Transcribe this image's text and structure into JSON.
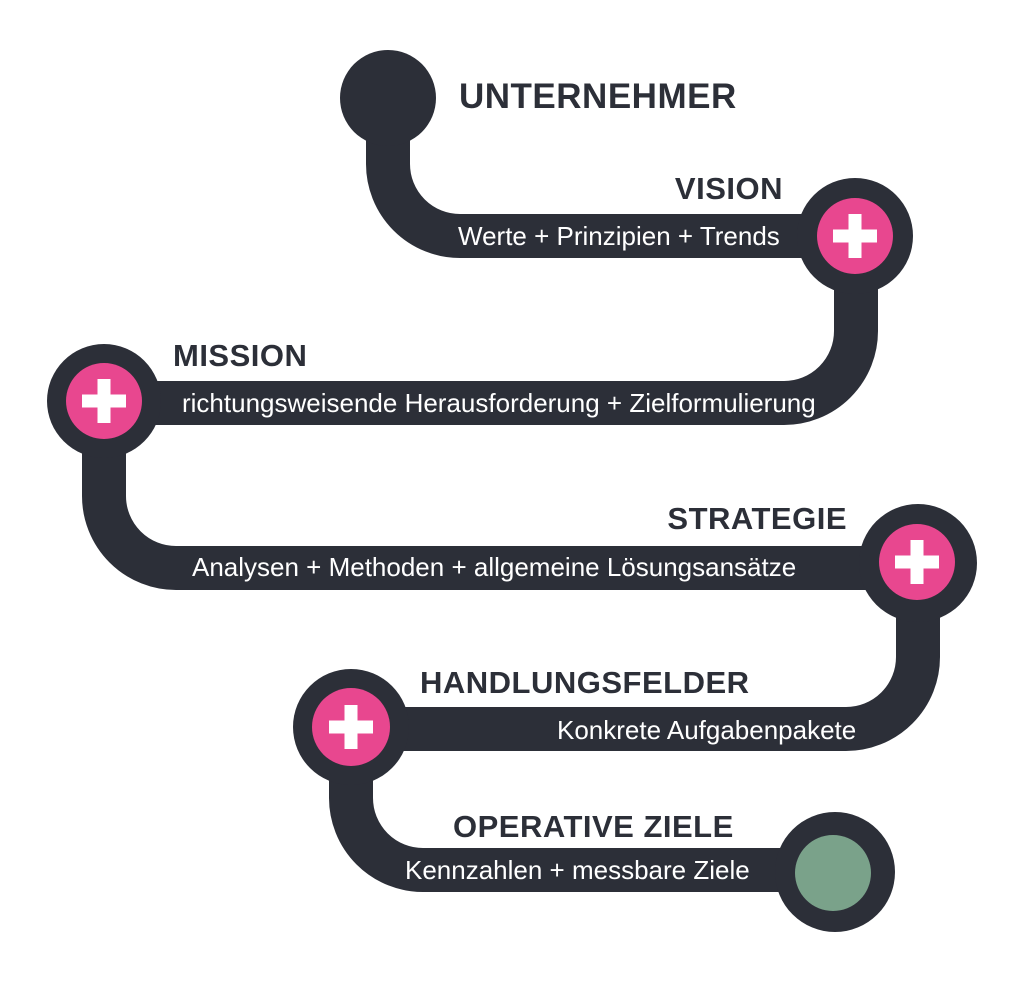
{
  "title": "UNTERNEHMER",
  "colors": {
    "path_dark": "#2c2f38",
    "accent_pink": "#e8478f",
    "end_green": "#7aa28a",
    "bar_text": "#ffffff",
    "background": "#ffffff"
  },
  "stages": [
    {
      "label": "VISION",
      "subtitle": "Werte + Prinzipien + Trends",
      "marker": "plus"
    },
    {
      "label": "MISSION",
      "subtitle": "richtungsweisende Herausforderung + Zielformulierung",
      "marker": "plus"
    },
    {
      "label": "STRATEGIE",
      "subtitle": "Analysen + Methoden + allgemeine Lösungsansätze",
      "marker": "plus"
    },
    {
      "label": "HANDLUNGSFELDER",
      "subtitle": "Konkrete Aufgabenpakete",
      "marker": "plus"
    },
    {
      "label": "OPERATIVE ZIELE",
      "subtitle": "Kennzahlen + messbare Ziele",
      "marker": "end-dot"
    }
  ]
}
